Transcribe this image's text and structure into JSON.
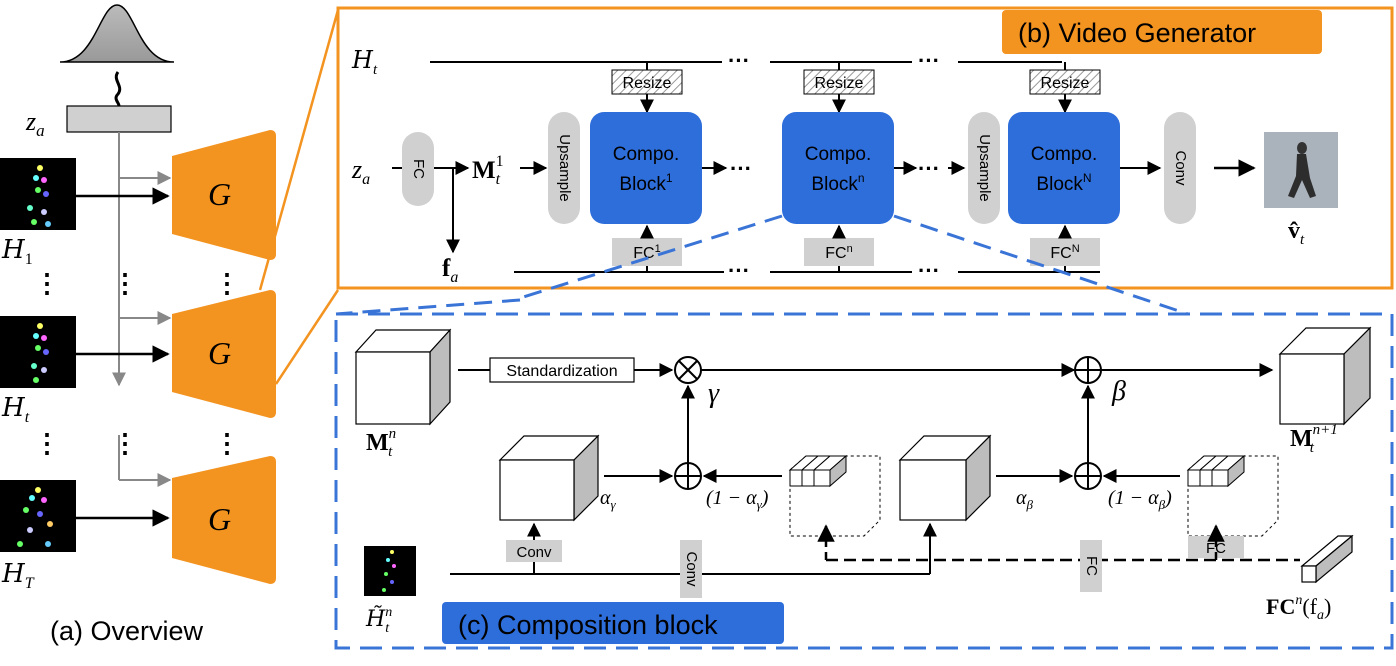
{
  "overview": {
    "latent": "z",
    "latent_sub": "a",
    "generator": "G",
    "heatmap_1": "H",
    "heatmap_1_sub": "1",
    "heatmap_t": "H",
    "heatmap_t_sub": "t",
    "heatmap_T": "H",
    "heatmap_T_sub": "T",
    "ellipsis": "⋮",
    "caption": "(a) Overview"
  },
  "video_generator": {
    "title": "(b) Video Generator",
    "heatmap_seq": "H",
    "heatmap_seq_sub": "t",
    "latent": "z",
    "latent_sub": "a",
    "fc": "FC",
    "motion": "M",
    "motion_sup": "1",
    "motion_sub": "t",
    "feature": "f",
    "feature_sub": "a",
    "upsample": "Upsample",
    "resize": "Resize",
    "block_label": "Compo.",
    "block_1_name": "Block",
    "block_1_sup": "1",
    "block_n_name": "Block",
    "block_n_sup": "n",
    "block_N_name": "Block",
    "block_N_sup": "N",
    "fc_1": "FC",
    "fc_1_sup": "1",
    "fc_n": "FC",
    "fc_n_sup": "n",
    "fc_N": "FC",
    "fc_N_sup": "N",
    "conv": "Conv",
    "ellipsis_h": "···",
    "output": "v̂",
    "output_sub": "t"
  },
  "composition_block": {
    "title": "(c) Composition block",
    "standardization": "Standardization",
    "input_tensor": "M",
    "input_sup": "n",
    "input_sub": "t",
    "output_tensor": "M",
    "output_sup": "n+1",
    "output_sub": "t",
    "gamma": "γ",
    "beta": "β",
    "alpha_gamma": "α",
    "alpha_gamma_sub": "γ",
    "one_minus_alpha_gamma": "(1 − α",
    "one_minus_alpha_gamma_sub": "γ",
    "close_paren": ")",
    "alpha_beta": "α",
    "alpha_beta_sub": "β",
    "one_minus_alpha_beta": "(1 − α",
    "one_minus_alpha_beta_sub": "β",
    "conv_1": "Conv",
    "conv_2": "Conv",
    "fc_1": "FC",
    "fc_2": "FC",
    "heatmap": "H̃",
    "heatmap_sup": "n",
    "heatmap_sub": "t",
    "fc_feature": "FC",
    "fc_feature_sup": "n",
    "fc_feature_arg": "(f",
    "fc_feature_arg_sub": "a",
    "fc_feature_close": ")"
  },
  "colors": {
    "orange": "#F39320",
    "blue": "#2E6EDB",
    "dashed_blue": "#3A74D6",
    "gray": "#D0D0D0",
    "dark_gray": "#BDBDBD"
  }
}
